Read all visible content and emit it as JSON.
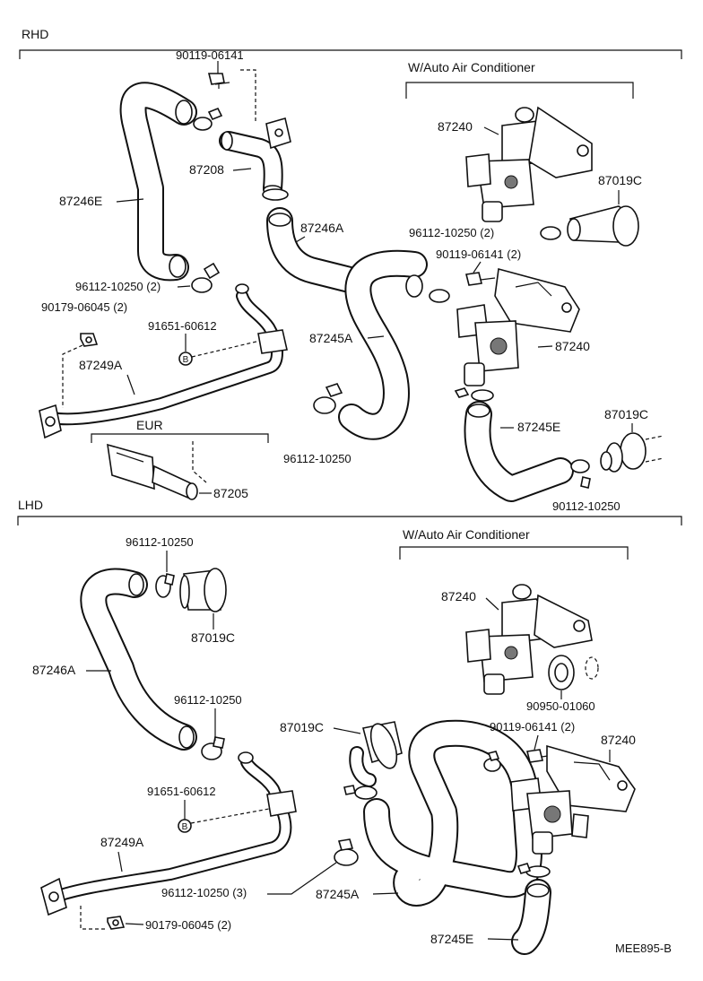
{
  "sections": {
    "rhd": "RHD",
    "lhd": "LHD",
    "rhd_ac": "W/Auto Air Conditioner",
    "lhd_ac": "W/Auto Air Conditioner",
    "eur": "EUR"
  },
  "rhd_labels": {
    "bolt_top": "90119-06141",
    "hose_87208": "87208",
    "hose_87246E": "87246E",
    "hose_87246A": "87246A",
    "valve_87240_a": "87240",
    "grommet_87019C_a": "87019C",
    "clamp_96112_2a": "96112-10250 (2)",
    "bolt_90119_2": "90119-06141 (2)",
    "clamp_96112_2b": "96112-10250 (2)",
    "nut_90179_2": "90179-06045 (2)",
    "plug_91651": "91651-60612",
    "pipe_87249A": "87249A",
    "hose_87245A": "87245A",
    "valve_87240_b": "87240",
    "grommet_87019C_b": "87019C",
    "hose_87245E": "87245E",
    "clamp_96112": "96112-10250",
    "clamp_90112": "90112-10250",
    "pipe_87205": "87205"
  },
  "lhd_labels": {
    "clamp_96112_top": "96112-10250",
    "grommet_87019C_a": "87019C",
    "hose_87246A": "87246A",
    "clamp_96112_mid": "96112-10250",
    "plug_91651": "91651-60612",
    "pipe_87249A": "87249A",
    "clamp_96112_3": "96112-10250 (3)",
    "nut_90179_2": "90179-06045 (2)",
    "valve_87240_a": "87240",
    "oring_90950": "90950-01060",
    "bolt_90119_2": "90119-06141 (2)",
    "valve_87240_b": "87240",
    "grommet_87019C_b": "87019C",
    "hose_87245A": "87245A",
    "hose_87245E": "87245E"
  },
  "plug_symbol": "B",
  "figure_code": "MEE895-B"
}
